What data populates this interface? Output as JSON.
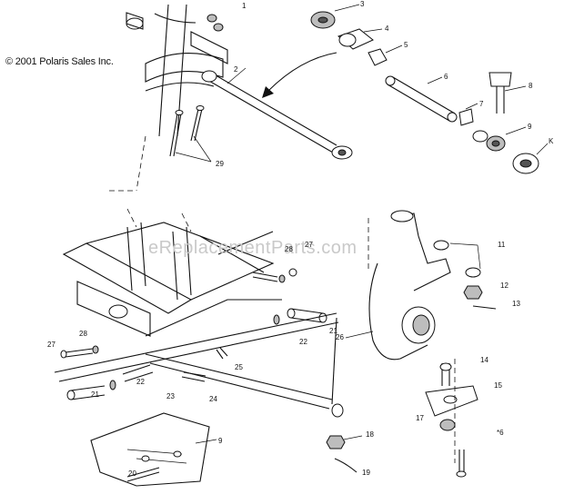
{
  "copyright": "© 2001 Polaris Sales Inc.",
  "watermark": "eReplacementParts.com",
  "callouts": {
    "c1": "1",
    "c2": "2",
    "c3": "3",
    "c4": "4",
    "c5": "5",
    "c6": "6",
    "c7": "7",
    "c8": "8",
    "c9": "9",
    "c10": "K",
    "c11": "11",
    "c12": "12",
    "c13": "13",
    "c14": "14",
    "c15": "15",
    "c16": "*6",
    "c17": "17",
    "c18": "18",
    "c19": "19",
    "c20": "20",
    "c21a": "21",
    "c21b": "21",
    "c22a": "22",
    "c22b": "22",
    "c23": "23",
    "c24": "24",
    "c25": "25",
    "c26": "26",
    "c27a": "27",
    "c27b": "27",
    "c28a": "28",
    "c28b": "28",
    "c29": "29",
    "c9b": "9"
  }
}
